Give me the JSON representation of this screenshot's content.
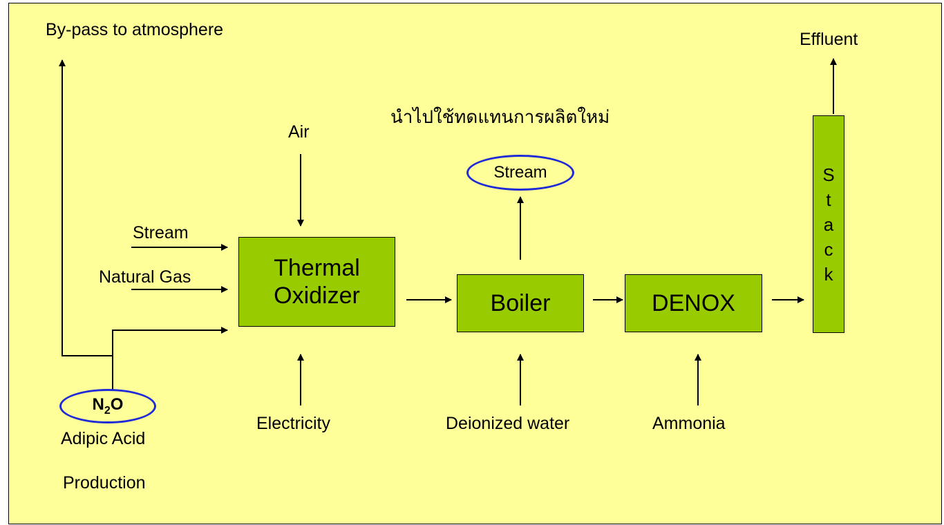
{
  "labels": {
    "bypass": "By-pass to atmosphere",
    "effluent": "Effluent",
    "thai_note": "นำไปใช้ทดแทนการผลิตใหม่",
    "air": "Air",
    "stream_input": "Stream",
    "natural_gas": "Natural Gas",
    "electricity": "Electricity",
    "deionized_water": "Deionized water",
    "ammonia": "Ammonia",
    "adipic_acid": "Adipic Acid",
    "production": "Production"
  },
  "boxes": {
    "thermal_oxidizer": "Thermal\nOxidizer",
    "boiler": "Boiler",
    "denox": "DENOX",
    "stack": "S\nt\na\nc\nk"
  },
  "ovals": {
    "stream_output": "Stream",
    "n2o_n": "N",
    "n2o_sub": "2",
    "n2o_o": "O"
  },
  "colors": {
    "background": "#ffff99",
    "box_fill": "#99cc00",
    "oval_stroke": "#1f2bd6"
  }
}
